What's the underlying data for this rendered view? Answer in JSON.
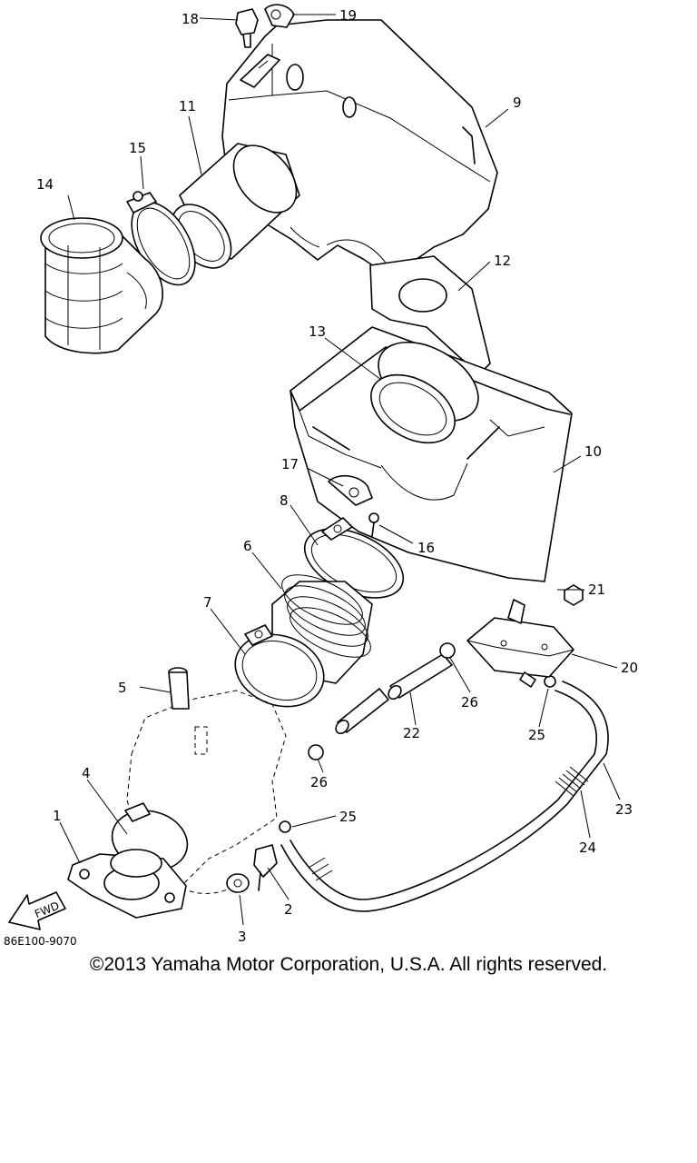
{
  "diagram": {
    "labels": {
      "p1": "1",
      "p2": "2",
      "p3": "3",
      "p4": "4",
      "p5": "5",
      "p6": "6",
      "p7": "7",
      "p8": "8",
      "p9": "9",
      "p10": "10",
      "p11": "11",
      "p12": "12",
      "p13": "13",
      "p14": "14",
      "p15": "15",
      "p16": "16",
      "p17": "17",
      "p18": "18",
      "p19": "19",
      "p20": "20",
      "p21": "21",
      "p22": "22",
      "p23": "23",
      "p24": "24",
      "p25a": "25",
      "p25b": "25",
      "p26a": "26",
      "p26b": "26"
    },
    "fwd_label": "FWD",
    "drawing_code": "86E100-9070"
  },
  "copyright": "©2013 Yamaha Motor Corporation, U.S.A. All rights reserved."
}
